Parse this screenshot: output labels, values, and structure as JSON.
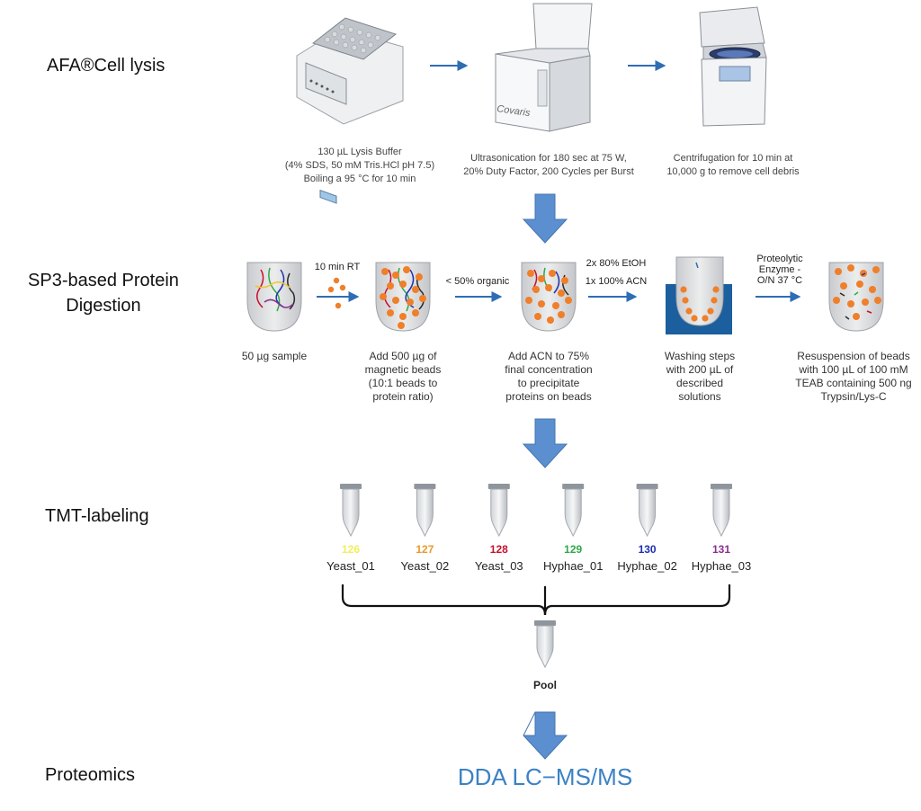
{
  "stages": {
    "lysis": "AFA®Cell lysis",
    "sp3_line1": "SP3-based Protein",
    "sp3_line2": "Digestion",
    "tmt": "TMT-labeling",
    "proteomics": "Proteomics"
  },
  "lysis_steps": {
    "step1": [
      "130 µL Lysis Buffer",
      "(4% SDS, 50 mM Tris.HCl pH 7.5)",
      "Boiling a 95 °C for 10 min"
    ],
    "step2": [
      "Ultrasonication for 180 sec at 75 W,",
      "20% Duty Factor, 200 Cycles per Burst"
    ],
    "step3": [
      "Centrifugation for 10 min at",
      "10,000 g to remove cell debris"
    ],
    "device_brand": "Covaris"
  },
  "sp3": {
    "arrow1_label": "10 min RT",
    "arrow2_label": "< 50% organic",
    "arrow3_label_1": "2x 80% EtOH",
    "arrow3_label_2": "1x 100% ACN",
    "arrow4_label": [
      "Proteolytic",
      "Enzyme -",
      "O/N  37 °C"
    ],
    "desc1": [
      "50 µg sample"
    ],
    "desc2": [
      "Add 500 µg of",
      "magnetic beads",
      "(10:1 beads to",
      "protein ratio)"
    ],
    "desc3": [
      "Add ACN to 75%",
      "final concentration",
      "to precipitate",
      "proteins on beads"
    ],
    "desc4": [
      "Washing steps",
      "with 200 µL of",
      "described",
      "solutions"
    ],
    "desc5": [
      "Resuspension of beads",
      "with 100 µL of 100  mM",
      "TEAB containing 500 ng",
      "Trypsin/Lys-C"
    ]
  },
  "tmt_channels": [
    {
      "num": "126",
      "name": "Yeast_01",
      "color": "#f2ee5a"
    },
    {
      "num": "127",
      "name": "Yeast_02",
      "color": "#e89a2c"
    },
    {
      "num": "128",
      "name": "Yeast_03",
      "color": "#c8102e"
    },
    {
      "num": "129",
      "name": "Hyphae_01",
      "color": "#2ea84a"
    },
    {
      "num": "130",
      "name": "Hyphae_02",
      "color": "#1f2fb0"
    },
    {
      "num": "131",
      "name": "Hyphae_03",
      "color": "#8a2f8f"
    }
  ],
  "pool_label": "Pool",
  "final_method": "DDA LC−MS/MS",
  "colors": {
    "flow_arrow": "#5b8fcf",
    "small_arrow": "#2e6db4",
    "bead": "#f07f2a",
    "wash_block": "#1b5f9e",
    "final_text": "#3b82c4"
  }
}
